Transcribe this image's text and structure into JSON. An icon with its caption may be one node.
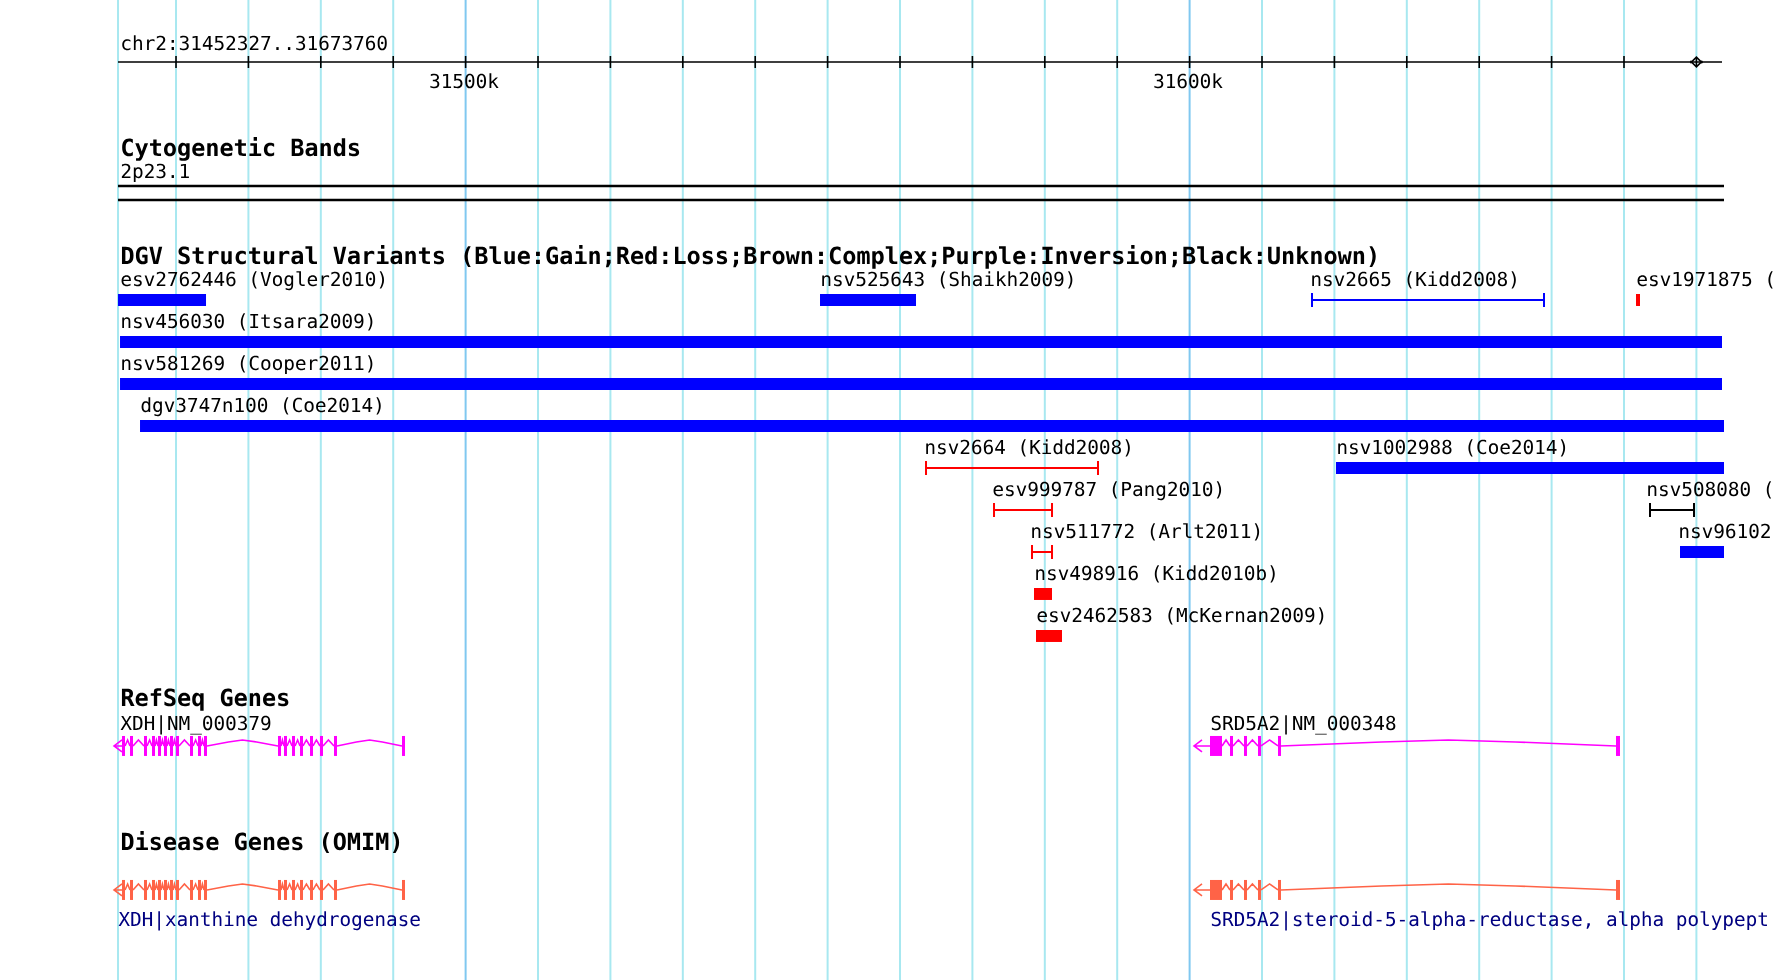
{
  "diagram": {
    "labels": [
      "chr2:31452327..31673760",
      "31500k",
      "31600k",
      "Cytogenetic Bands",
      "2p23.1",
      "DGV Structural Variants (Blue:Gain;Red:Loss;Brown:Complex;Purple:Inversion;Black:Unknown)",
      "esv2762446 (Vogler2010)",
      "nsv525643 (Shaikh2009)",
      "nsv2665 (Kidd2008)",
      "esv1971875 (",
      "nsv456030 (Itsara2009)",
      "nsv581269 (Cooper2011)",
      "dgv3747n100 (Coe2014)",
      "nsv2664 (Kidd2008)",
      "nsv1002988 (Coe2014)",
      "esv999787 (Pang2010)",
      "nsv508080 (",
      "nsv511772 (Arlt2011)",
      "nsv96102",
      "nsv498916 (Kidd2010b)",
      "esv2462583 (McKernan2009)",
      "RefSeq Genes",
      "XDH|NM_000379",
      "SRD5A2|NM_000348",
      "Disease Genes (OMIM)",
      "XDH|xanthine dehydrogenase",
      "SRD5A2|steroid-5-alpha-reductase, alpha polypept"
    ]
  }
}
